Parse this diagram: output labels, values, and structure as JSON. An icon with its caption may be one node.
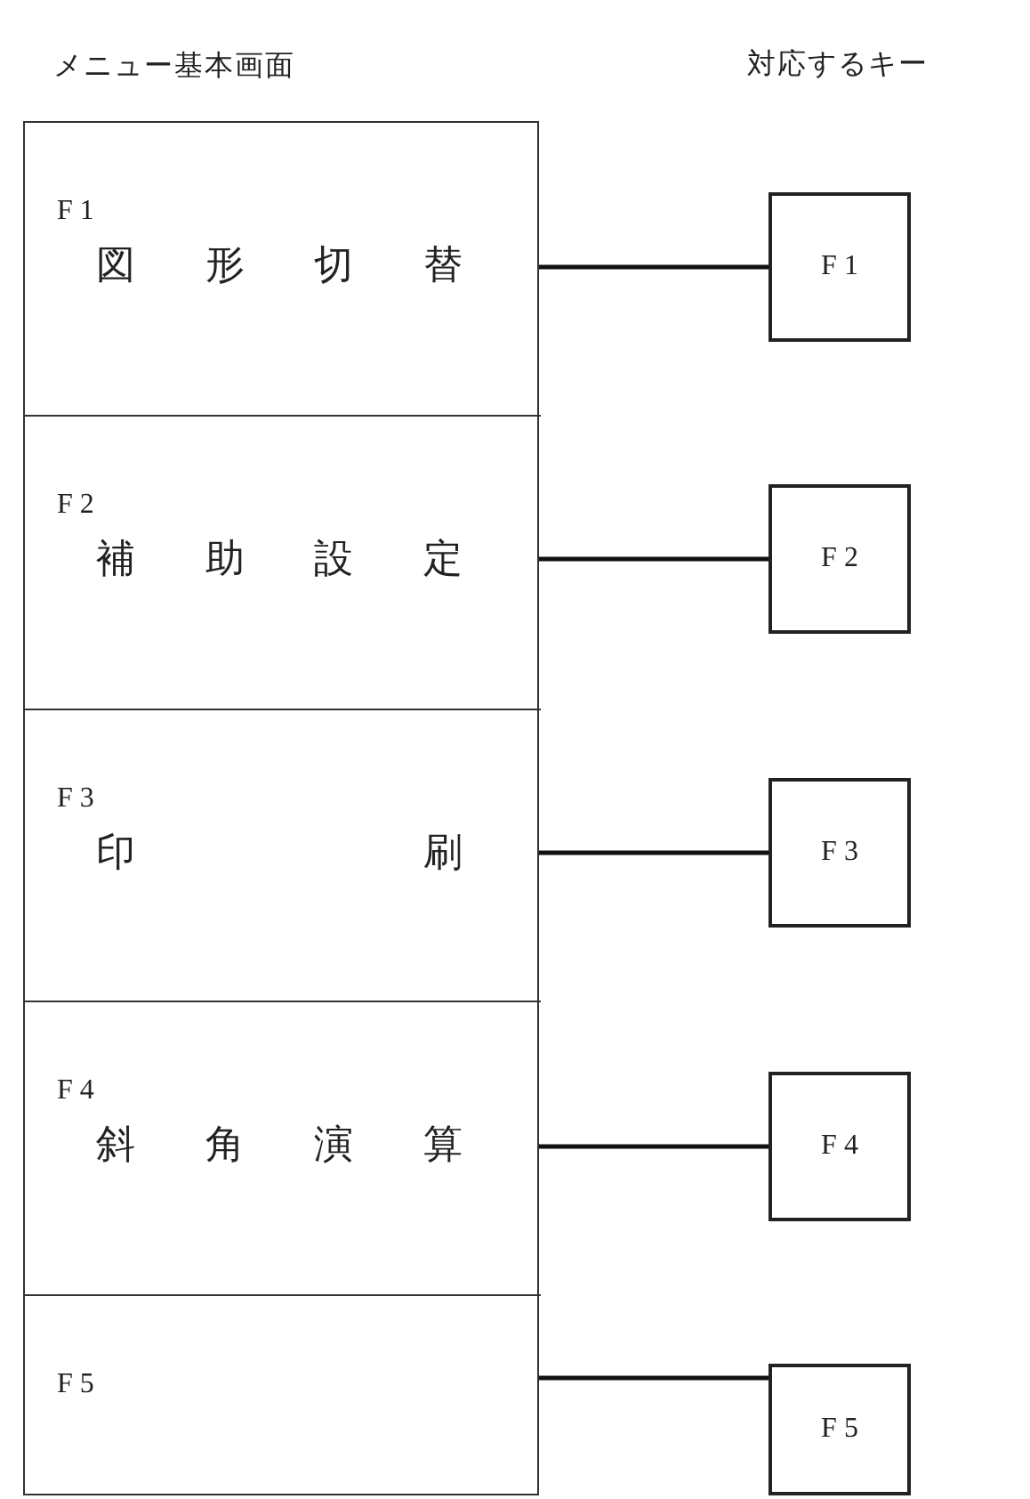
{
  "diagram": {
    "nodes": [
      {
        "text": [
          "メニュー基本画面"
        ]
      },
      {
        "text": [
          "F 1",
          "図形切替"
        ],
        "in": 0
      },
      {
        "text": [
          "F 2",
          "補助設定"
        ],
        "in": 0
      },
      {
        "text": [
          "F 3",
          "印刷"
        ],
        "in": 0
      },
      {
        "text": [
          "F 4",
          "斜角演算"
        ],
        "in": 0
      },
      {
        "text": [
          "F 5"
        ],
        "in": 0
      },
      {
        "text": [
          "F 1"
        ]
      },
      {
        "text": [
          "F 2"
        ]
      },
      {
        "text": [
          "F 3"
        ]
      },
      {
        "text": [
          "F 4"
        ]
      },
      {
        "text": [
          "F 5"
        ]
      }
    ],
    "edges": [
      {
        "from": 1,
        "to": 6,
        "arrow": "none"
      },
      {
        "from": 2,
        "to": 7,
        "arrow": "none"
      },
      {
        "from": 3,
        "to": 8,
        "arrow": "none"
      },
      {
        "from": 4,
        "to": 9,
        "arrow": "none"
      },
      {
        "from": 5,
        "to": 10,
        "arrow": "none"
      }
    ],
    "labels": [
      "対応するキー"
    ]
  }
}
